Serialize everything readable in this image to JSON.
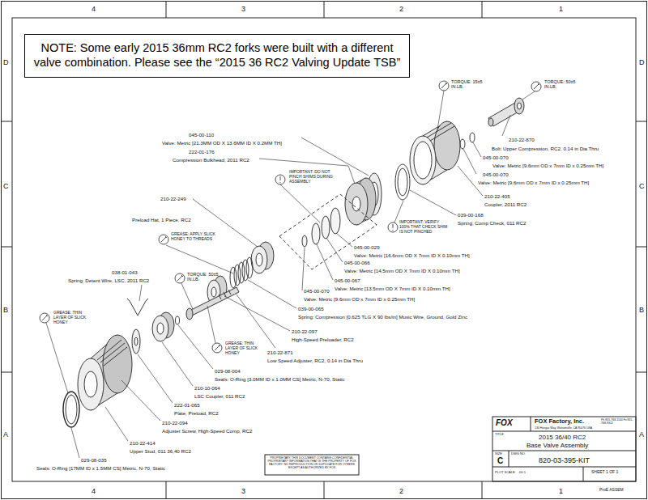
{
  "diagram": {
    "nodes": [
      {
        "text": [
          "NOTE: Some early 2015 36mm RC2 forks were built with a different valve combination. Please see the “2015 36 RC2 Valving Update TSB”"
        ]
      }
    ],
    "labels": [
      "4",
      "3",
      "2",
      "1",
      "4",
      "3",
      "2",
      "1",
      "D",
      "C",
      "B",
      "A",
      "D",
      "C",
      "B",
      "A",
      "TORQUE: 15±5 IN.LB.",
      "TORQUE: 50±5 IN.LB.",
      "045-00-110",
      "Valve: Metric [21.3MM OD X 13.6MM ID X 0.2MM TH]",
      "222-01-176",
      "Compression Bulkhead, 2011 RC2",
      "IMPORTANT: DO NOT PINCH SHIMS DURING ASSEMBLY",
      "210-22-870",
      "Bolt: Upper Compression, RC2, 0.14 in Dia Thru",
      "045-00-070",
      "Valve: Metric [9.6mm OD x 7mm ID x 0.25mm TH]",
      "045-00-070",
      "Valve: Metric [9.6mm OD x 7mm ID x 0.25mm TH]",
      "210-22-405",
      "Coupler, 2011 RC2",
      "210-22-249",
      "Preload Hat, 1 Piece, RC2",
      "039-00-168",
      "Spring, Comp Check, 011 RC2",
      "IMPORTANT: VERIFY 100% THAT CHECK SHIM IS NOT PINCHED",
      "GREASE: APPLY SLICK HONEY TO THREADS",
      "045-00-029",
      "Valve: Metric [16.6mm OD X 7mm ID X 0.10mm TH]",
      "045-00-066",
      "Valve: Metric [14.5mm OD X 7mm ID X 0.10mm TH]",
      "045-00-067",
      "Valve: Metric [13.5mm OD X 7mm ID X 0.10mm TH]",
      "045-00-070",
      "Valve: Metric [9.6mm OD x 7mm ID x 0.25mm TH]",
      "039-00-065",
      "Spring: Compression [0.625 TLG X 90 lbs/in] Music Wire, Ground, Gold Zinc",
      "038-01-043",
      "Spring: Detent Wire, LSC, 2011 RC2",
      "TORQUE: 50±5 IN.LB.",
      "GREASE: THIN LAYER OF SLICK HONEY",
      "210-22-097",
      "High-Speed Preloader, RC2",
      "GREASE: THIN LAYER OF SLICK HONEY",
      "210-22-871",
      "Low Speed Adjuster, RC2, 0.14 in Dia Thru",
      "029-08-004",
      "Seals: O-Ring [3.0MM ID x 1.0MM CS] Metric, N-70, Static",
      "210-10-064",
      "LSC Coupler, 011 RC2",
      "222-01-065",
      "Plate, Preload, RC2",
      "210-22-094",
      "Adjuster Screw, High-Speed Comp, RC2",
      "210-22-414",
      "Upper Stud, 011 36,40 RC2",
      "029-08-035",
      "Seals: O-Ring [17MM ID x 1.5MM CS] Metric, N-70, Static",
      "PROPRIETARY THIS DOCUMENT CONTAINS CONFIDENTIAL PROPRIETARY INFORMATION THAT IS THE PROPERTY OF FOX FACTORY. NO REPRODUCTION OR DUPLICATE FOR OTHERS EXCEPT AS AUTHORIZED BY FOX",
      "FOX Factory, Inc.",
      "130 Hangar Way, Watsonville, CA 95076 USA",
      "Ph 831-768-1100 Fx 831-768-9312",
      "TITLE",
      "2015 36/40 RC2",
      "Base Valve Assembly",
      "SIZE",
      "C",
      "DWG NO.",
      "820-03-395-KIT",
      "PLOT SCALE:",
      ".00:1",
      "SHEET 1 OF 1",
      "ProE ASSEM",
      "FOX"
    ]
  }
}
